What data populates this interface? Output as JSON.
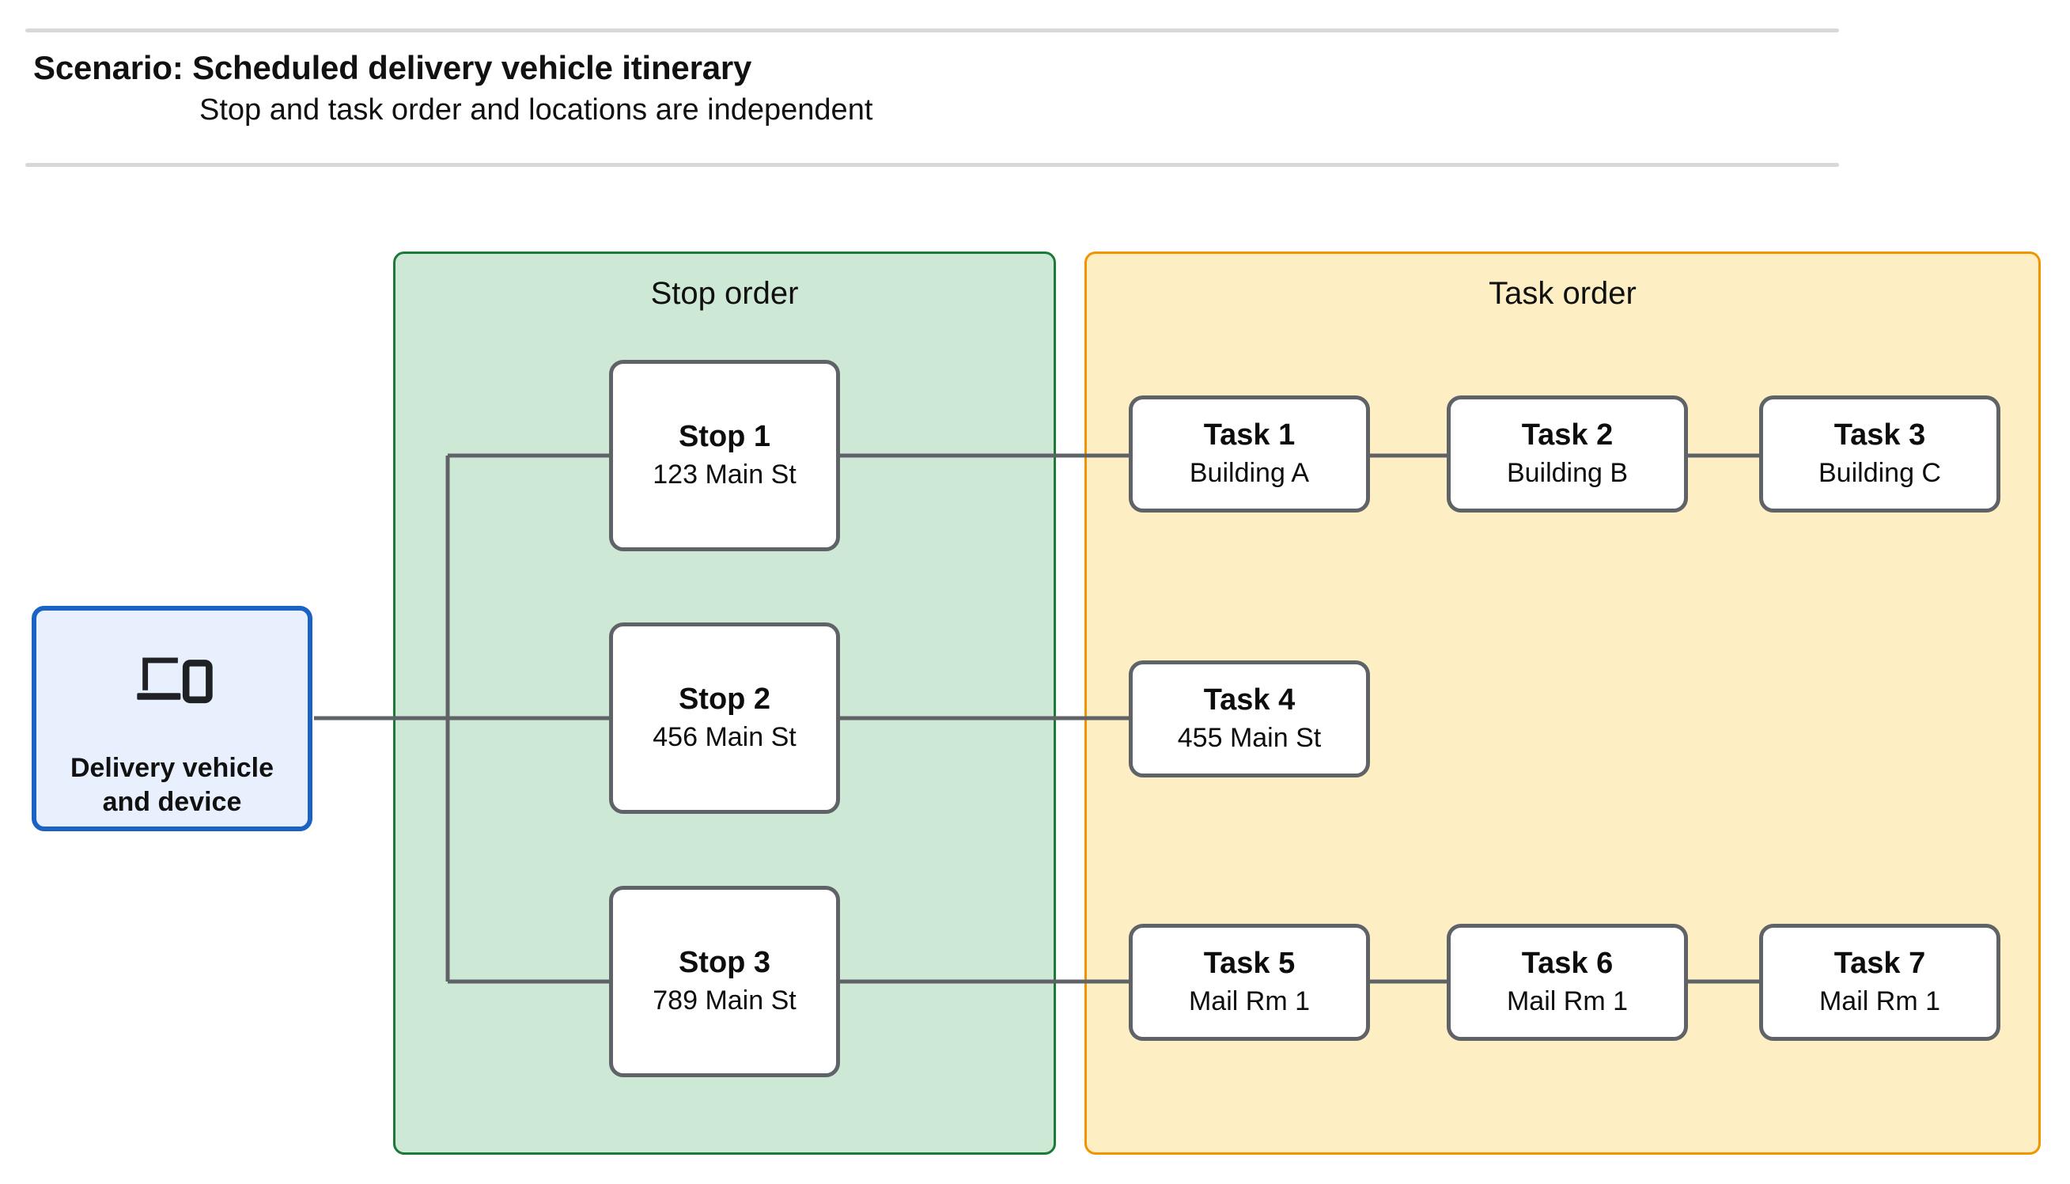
{
  "header": {
    "title": "Scenario: Scheduled delivery vehicle itinerary",
    "subtitle": "Stop and task order and locations are independent"
  },
  "vehicle": {
    "label": "Delivery vehicle\nand device",
    "icon": "devices-laptop-phone-icon",
    "border_color": "#1a62c4",
    "fill_color": "#e8f0fe"
  },
  "panels": {
    "stop_order": {
      "title": "Stop order",
      "fill_color": "#cee8d6",
      "border_color": "#1b7a38"
    },
    "task_order": {
      "title": "Task order",
      "fill_color": "#fdeec3",
      "border_color": "#f29400"
    }
  },
  "stops": [
    {
      "title": "Stop 1",
      "subtitle": "123 Main St"
    },
    {
      "title": "Stop 2",
      "subtitle": "456 Main St"
    },
    {
      "title": "Stop 3",
      "subtitle": "789 Main St"
    }
  ],
  "tasks": [
    {
      "title": "Task 1",
      "subtitle": "Building A"
    },
    {
      "title": "Task 2",
      "subtitle": "Building B"
    },
    {
      "title": "Task 3",
      "subtitle": "Building C"
    },
    {
      "title": "Task 4",
      "subtitle": "455 Main St"
    },
    {
      "title": "Task 5",
      "subtitle": "Mail Rm 1"
    },
    {
      "title": "Task 6",
      "subtitle": "Mail Rm 1"
    },
    {
      "title": "Task 7",
      "subtitle": "Mail Rm 1"
    }
  ],
  "connector_color": "#5f6368",
  "chart_data": {
    "type": "diagram",
    "title": "Scenario: Scheduled delivery vehicle itinerary",
    "subtitle": "Stop and task order and locations are independent",
    "nodes": [
      {
        "id": "vehicle",
        "label": "Delivery vehicle and device",
        "group": "root"
      },
      {
        "id": "stop-1",
        "label": "Stop 1",
        "detail": "123 Main St",
        "group": "Stop order"
      },
      {
        "id": "stop-2",
        "label": "Stop 2",
        "detail": "456 Main St",
        "group": "Stop order"
      },
      {
        "id": "stop-3",
        "label": "Stop 3",
        "detail": "789 Main St",
        "group": "Stop order"
      },
      {
        "id": "task-1",
        "label": "Task 1",
        "detail": "Building A",
        "group": "Task order"
      },
      {
        "id": "task-2",
        "label": "Task 2",
        "detail": "Building B",
        "group": "Task order"
      },
      {
        "id": "task-3",
        "label": "Task 3",
        "detail": "Building C",
        "group": "Task order"
      },
      {
        "id": "task-4",
        "label": "Task 4",
        "detail": "455 Main St",
        "group": "Task order"
      },
      {
        "id": "task-5",
        "label": "Task 5",
        "detail": "Mail Rm 1",
        "group": "Task order"
      },
      {
        "id": "task-6",
        "label": "Task 6",
        "detail": "Mail Rm 1",
        "group": "Task order"
      },
      {
        "id": "task-7",
        "label": "Task 7",
        "detail": "Mail Rm 1",
        "group": "Task order"
      }
    ],
    "edges": [
      {
        "from": "vehicle",
        "to": "stop-1"
      },
      {
        "from": "vehicle",
        "to": "stop-2"
      },
      {
        "from": "vehicle",
        "to": "stop-3"
      },
      {
        "from": "stop-1",
        "to": "task-1"
      },
      {
        "from": "task-1",
        "to": "task-2"
      },
      {
        "from": "task-2",
        "to": "task-3"
      },
      {
        "from": "stop-2",
        "to": "task-4"
      },
      {
        "from": "stop-3",
        "to": "task-5"
      },
      {
        "from": "task-5",
        "to": "task-6"
      },
      {
        "from": "task-6",
        "to": "task-7"
      }
    ]
  }
}
